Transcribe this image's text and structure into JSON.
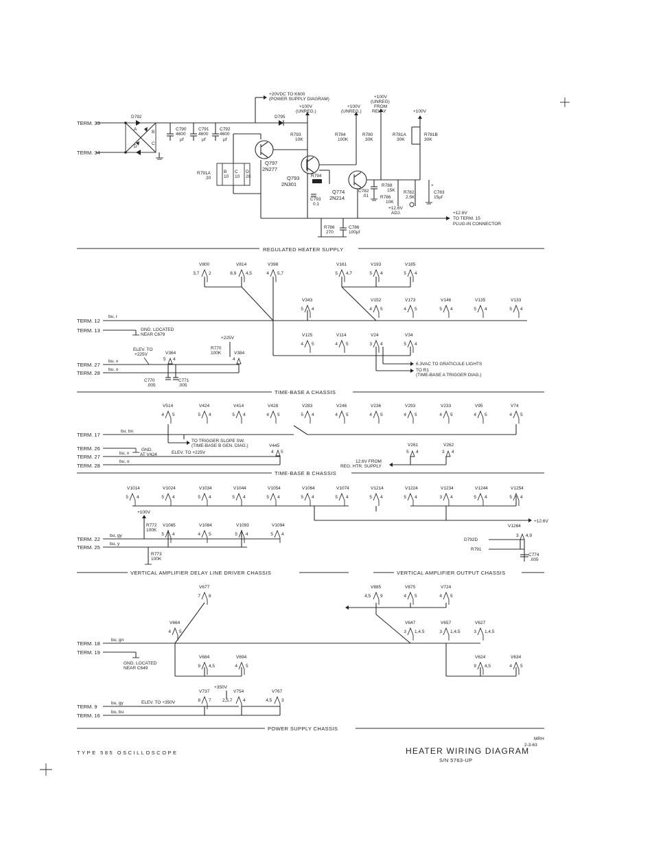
{
  "sections": {
    "regulated": "REGULATED HEATER SUPPLY",
    "tb_a": "TIME-BASE A CHASSIS",
    "tb_b": "TIME-BASE B CHASSIS",
    "vd": "VERTICAL AMPLIFIER DELAY LINE DRIVER CHASSIS",
    "vo": "VERTICAL AMPLIFIER OUTPUT CHASSIS",
    "ps": "POWER SUPPLY CHASSIS"
  },
  "footer": {
    "left": "TYPE 585 OSCILLOSCOPE",
    "mrh": "MRH",
    "date": "2-3-63",
    "title": "HEATER WIRING DIAGRAM",
    "sn": "S/N 5763-UP"
  },
  "regulated": {
    "term33": "TERM. 33",
    "term34": "TERM. 34",
    "d792": "D792",
    "d795": "D795",
    "a": "A",
    "b": "B",
    "c": "C",
    "d": "D",
    "c790": [
      "C790",
      "4600",
      "μf"
    ],
    "c791": [
      "C791",
      "4600",
      "μf"
    ],
    "c792": [
      "C792",
      "4600",
      "μf"
    ],
    "note20": [
      "+20VDC TO K600",
      "(POWER SUPPLY DIAGRAM)"
    ],
    "v100a": [
      "+100V",
      "(UNREG.)"
    ],
    "v100b": [
      "+100V",
      "(UNREG.)"
    ],
    "v100c": [
      "+100V",
      "(UNREG)",
      "FROM",
      "RELAY"
    ],
    "v100d": "+100V",
    "r793": [
      "R793",
      "10K"
    ],
    "r784": [
      "R784",
      "100K"
    ],
    "r780": [
      "R780",
      "30K"
    ],
    "r781a": [
      "R781A",
      "30K"
    ],
    "r781b": [
      "R781B",
      "30K"
    ],
    "q797": [
      "Q797",
      "2N277"
    ],
    "q793": [
      "Q793",
      "2N301"
    ],
    "q774": [
      "Q774",
      "2N214"
    ],
    "r791a": [
      "R791A",
      "20"
    ],
    "r791b": [
      "B",
      "10"
    ],
    "r791c": [
      "C",
      "10"
    ],
    "r791d": [
      "D",
      "20"
    ],
    "r794": "R794",
    "c793": [
      "C793",
      "0.1"
    ],
    "c782": [
      "C782",
      ".01"
    ],
    "r788": [
      "R788",
      "15K"
    ],
    "r782": [
      "R782",
      "2.5K"
    ],
    "r786x": [
      "R786",
      "10K"
    ],
    "adj": [
      "+12.6V",
      "ADJ."
    ],
    "c783": [
      "C783",
      "15μf"
    ],
    "plus": "+",
    "r786": [
      "R786",
      "270"
    ],
    "c786": [
      "C786",
      "100μf"
    ],
    "out": [
      "+12.6V",
      "TO TERM. 15",
      "PLUG-IN CONNECTOR"
    ]
  },
  "tba": {
    "tubes_top": [
      [
        "V800",
        "3,7",
        "2"
      ],
      [
        "V814",
        "8,9",
        "4,5"
      ],
      [
        "V398",
        "4",
        "5,7"
      ],
      [
        "V161",
        "5",
        "4,7"
      ],
      [
        "V193",
        "5",
        "4"
      ],
      [
        "V185",
        "5",
        "4"
      ]
    ],
    "tubes_mid": [
      [
        "V343",
        "5",
        "4"
      ],
      [
        "V152",
        "4",
        "5"
      ],
      [
        "V173",
        "4",
        "5"
      ],
      [
        "V146",
        "5",
        "4"
      ],
      [
        "V135",
        "5",
        "4"
      ],
      [
        "V133",
        "5",
        "4"
      ]
    ],
    "tubes_low": [
      [
        "V125",
        "4",
        "5"
      ],
      [
        "V114",
        "4",
        "5"
      ],
      [
        "V24",
        "3",
        "4"
      ],
      [
        "V34",
        "5",
        "4"
      ]
    ],
    "term12": "TERM. 12",
    "wire12": "bu, r",
    "term13": "TERM. 13",
    "gnd": [
      "GND. LOCATED",
      "NEAR C679"
    ],
    "elev": [
      "ELEV. TO",
      "+225V"
    ],
    "v364": [
      "V364",
      "5",
      "4"
    ],
    "v225": "+225V",
    "r770": [
      "R770",
      "100K"
    ],
    "v384": [
      "V384",
      "4"
    ],
    "term27": "TERM. 27",
    "wire27": "bu, v",
    "term28": "TERM. 28",
    "wire28": "bu, o",
    "c770": [
      "C770",
      ".005"
    ],
    "c771": [
      "C771",
      ".005"
    ],
    "lamp": "6.3VAC TO GRATICULE LIGHTS",
    "r1": [
      "TO R1",
      "(TIME-BASE A TRIGGER DIAG.)"
    ]
  },
  "tbb": {
    "tubes": [
      [
        "V514",
        "4",
        "5"
      ],
      [
        "V424",
        "5",
        "4"
      ],
      [
        "V414",
        "5",
        "4"
      ],
      [
        "V428",
        "4",
        "5"
      ],
      [
        "V283",
        "5",
        "4"
      ],
      [
        "V246",
        "4",
        "5"
      ],
      [
        "V236",
        "4",
        "5"
      ],
      [
        "V293",
        "4",
        "5"
      ],
      [
        "V233",
        "4",
        "5"
      ],
      [
        "V95",
        "4",
        "5"
      ],
      [
        "V74",
        "4",
        "5"
      ]
    ],
    "term17": "TERM. 17",
    "wire17": "bu, bn",
    "slope": [
      "TO TRIGGER SLOPE SW.",
      "(TIME-BASE B GEN. DIAG.)"
    ],
    "term26": "TERM. 26",
    "gnd": [
      "GND.",
      "AT V424"
    ],
    "term27": "TERM. 27",
    "wire27": "bu, v",
    "elev": "ELEV. TO +225V",
    "term28": "TERM. 28",
    "wire28": "bu, o",
    "v445": [
      "V445",
      "4",
      "5"
    ],
    "v261": [
      "V261",
      "5",
      "4"
    ],
    "v262": [
      "V262",
      "3",
      "4"
    ],
    "feed": [
      "12.6V FROM",
      "REG. HTR. SUPPLY"
    ]
  },
  "vert": {
    "tubes": [
      [
        "V1014",
        "5",
        "4"
      ],
      [
        "V1024",
        "5",
        "4"
      ],
      [
        "V1034",
        "5",
        "4"
      ],
      [
        "V1044",
        "5",
        "4"
      ],
      [
        "V1054",
        "5",
        "4"
      ],
      [
        "V1064",
        "5",
        "4"
      ],
      [
        "V1074",
        "5",
        "4"
      ],
      [
        "V1214",
        "5",
        "4"
      ],
      [
        "V1224",
        "5",
        "4"
      ],
      [
        "V1234",
        "3",
        "4"
      ],
      [
        "V1244",
        "5",
        "4"
      ],
      [
        "V1254",
        "5",
        "4"
      ]
    ],
    "v126": "+12.6V",
    "v100": "+100V",
    "r772": [
      "R772",
      "100K"
    ],
    "r773": [
      "R773",
      "100K"
    ],
    "mid": [
      [
        "V1065",
        "5",
        "4"
      ],
      [
        "V1084",
        "4",
        "5"
      ],
      [
        "V1093",
        "5",
        "4"
      ],
      [
        "V1094",
        "5",
        "4"
      ]
    ],
    "term22": "TERM. 22",
    "wire22": "bu, gy",
    "term25": "TERM. 25",
    "wire25": "bu, y",
    "v1264": [
      "V1264",
      "3",
      "4,9"
    ],
    "d792d": "D792D",
    "r791": "R791",
    "c774": [
      "C774",
      ".005"
    ]
  },
  "ps": {
    "v677": [
      "V677",
      "7",
      "8"
    ],
    "v664": [
      "V664",
      "4",
      "5"
    ],
    "v684": [
      "V684",
      "9",
      "4,5"
    ],
    "v694": [
      "V694",
      "4",
      "5"
    ],
    "v885": [
      "V885",
      "4,5",
      "9"
    ],
    "v875": [
      "V875",
      "4",
      "5"
    ],
    "v724": [
      "V724",
      "4",
      "5"
    ],
    "v647": [
      "V647",
      "3",
      "1,4,5"
    ],
    "v657": [
      "V657",
      "3",
      "1,4,5"
    ],
    "v627": [
      "V627",
      "3",
      "1,4,5"
    ],
    "v624": [
      "V624",
      "9",
      "4,5"
    ],
    "v634": [
      "V634",
      "4",
      "5"
    ],
    "term18": "TERM. 18",
    "wire18": "bu, gn",
    "term19": "TERM. 19",
    "gnd": [
      "GND. LOCATED",
      "NEAR C649"
    ],
    "v350": "+350V",
    "v737": [
      "V737",
      "8",
      "7"
    ],
    "v754": [
      "V754",
      "2,5,7",
      "4"
    ],
    "v767": [
      "V767",
      "4,5",
      "3"
    ],
    "term9": "TERM. 9",
    "wire9": "bu, gy",
    "elev": "ELEV. TO +350V",
    "term16": "TERM. 16",
    "wire16": "bu, bu"
  }
}
